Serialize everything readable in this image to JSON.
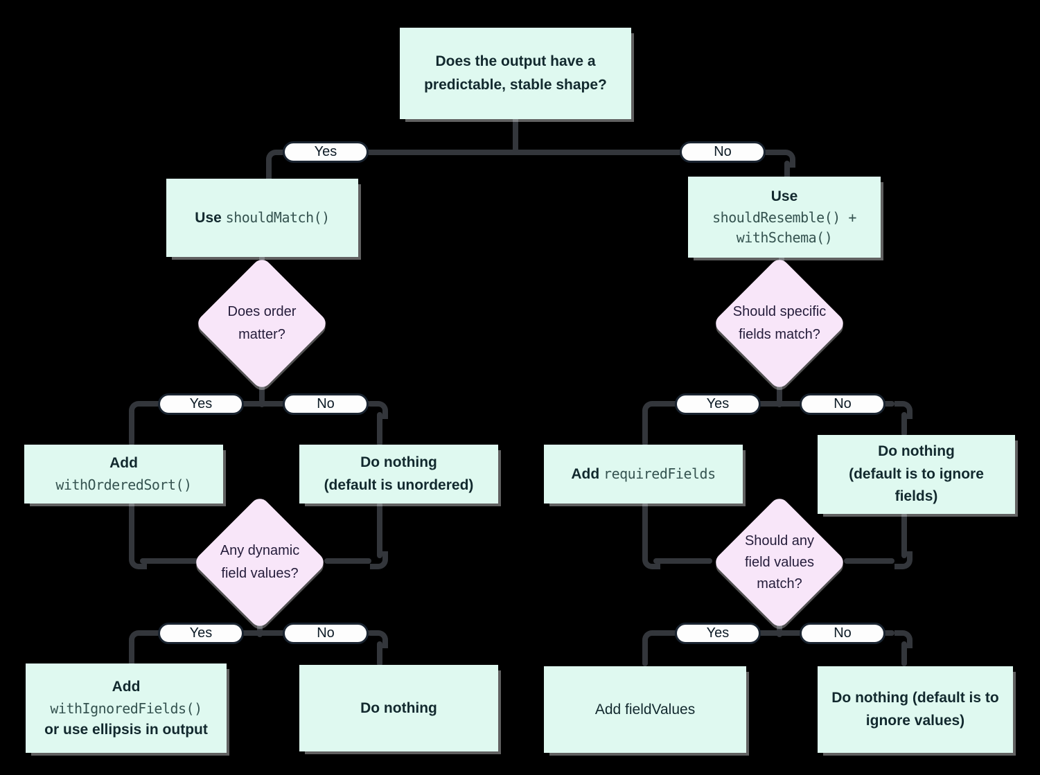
{
  "labels": {
    "yes": "Yes",
    "no": "No"
  },
  "colors": {
    "background": "#000000",
    "box_fill": "#dff9f0",
    "diamond_fill": "#f8e6f9",
    "connector": "#33363b",
    "pill_bg": "#fdfdfd",
    "pill_border": "#1a2430",
    "box_text": "#12292e",
    "code_text": "#355350",
    "diamond_text": "#241c3a"
  },
  "nodes": {
    "root": {
      "text": "Does the output have a predictable, stable shape?"
    },
    "use_should_match": {
      "prefix": "Use ",
      "code": "shouldMatch()"
    },
    "use_should_resemble": {
      "prefix": "Use",
      "code": "shouldResemble() + withSchema()"
    },
    "does_order_matter": {
      "text": "Does order matter?"
    },
    "should_specific_fields_match": {
      "text": "Should specific fields match?"
    },
    "add_with_ordered_sort": {
      "prefix": "Add",
      "code": "withOrderedSort()"
    },
    "do_nothing_unordered": {
      "lines": [
        "Do nothing",
        "(default is unordered)"
      ]
    },
    "add_required_fields": {
      "prefix": "Add ",
      "code": "requiredFields"
    },
    "do_nothing_ignore_fields": {
      "lines": [
        "Do nothing",
        "(default is to ignore",
        "fields)"
      ]
    },
    "any_dynamic_field_values": {
      "text": "Any dynamic field values?"
    },
    "should_any_field_values_match": {
      "text": "Should any field values match?"
    },
    "add_with_ignored_fields": {
      "prefix": "Add",
      "code": "withIgnoredFields()",
      "suffix": "or use ellipsis in output"
    },
    "do_nothing_plain": {
      "text": "Do nothing"
    },
    "add_field_values": {
      "text": "Add fieldValues"
    },
    "do_nothing_ignore_values": {
      "lines": [
        "Do nothing (default is to",
        "ignore values)"
      ]
    }
  }
}
